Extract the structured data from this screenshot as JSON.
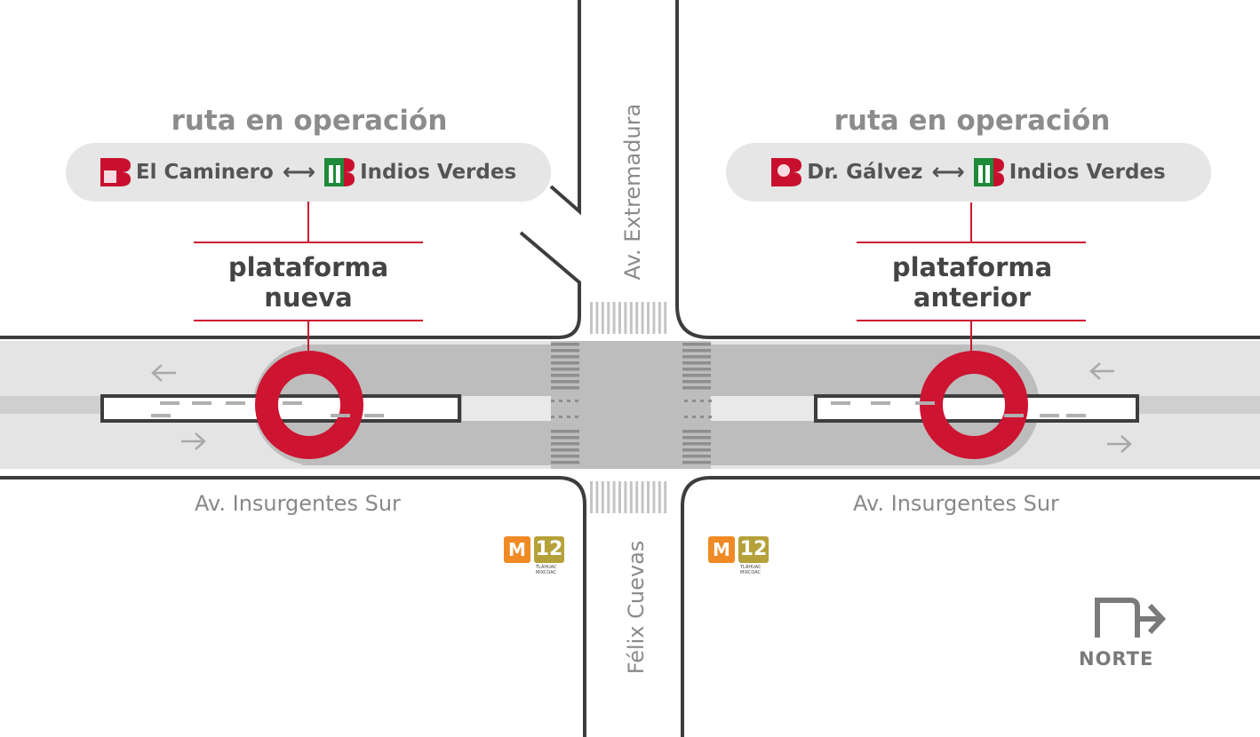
{
  "colors": {
    "road": "#bdbdbd",
    "median": "#e4e4e4",
    "curb": "#3d3d3d",
    "platform_red": "#cd1431",
    "bus_red": "#c8102e",
    "bus_green": "#1e8a3a",
    "metro_orange": "#f08a24",
    "line12_gold": "#b5a13a",
    "label_gray": "#8c8c8c"
  },
  "left_route": {
    "title": "ruta en operación",
    "origin": "El Caminero",
    "origin_icon": "metrobus-el-caminero-icon",
    "arrow": "⟷",
    "destination": "Indios Verdes",
    "destination_icon": "metrobus-indios-verdes-icon",
    "platform_line1": "plataforma",
    "platform_line2": "nueva"
  },
  "right_route": {
    "title": "ruta en operación",
    "origin": "Dr. Gálvez",
    "origin_icon": "metrobus-dr-galvez-icon",
    "arrow": "⟷",
    "destination": "Indios Verdes",
    "destination_icon": "metrobus-indios-verdes-icon",
    "platform_line1": "plataforma",
    "platform_line2": "anterior"
  },
  "streets": {
    "left_avenue": "Av. Insurgentes Sur",
    "right_avenue": "Av. Insurgentes Sur",
    "north_cross": "Av. Extremadura",
    "south_cross": "Félix Cuevas"
  },
  "metro": {
    "icon": "metro-logo-icon",
    "line": "12",
    "line_caption_1": "TLÁHUAC",
    "line_caption_2": "MIXCOAC"
  },
  "compass": {
    "icon": "north-arrow-icon",
    "label": "NORTE"
  }
}
